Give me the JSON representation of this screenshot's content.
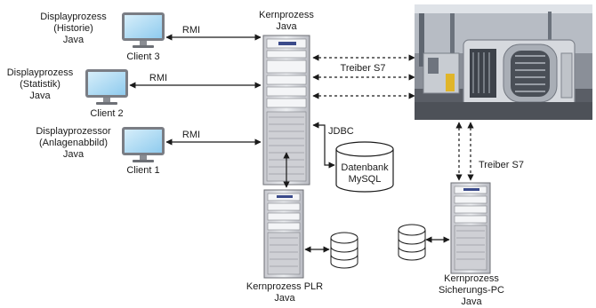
{
  "displays": [
    {
      "line1": "Displayprozess",
      "line2": "(Historie)",
      "line3": "Java",
      "client": "Client 3",
      "link": "RMI"
    },
    {
      "line1": "Displayprozess",
      "line2": "(Statistik)",
      "line3": "Java",
      "client": "Client 2",
      "link": "RMI"
    },
    {
      "line1": "Displayprozessor",
      "line2": "(Anlagenabbild)",
      "line3": "Java",
      "client": "Client 1",
      "link": "RMI"
    }
  ],
  "kernprozess": {
    "line1": "Kernprozess",
    "line2": "Java"
  },
  "treiber_top": "Treiber S7",
  "treiber_right": "Treiber S7",
  "jdbc": "JDBC",
  "datenbank": {
    "line1": "Datenbank",
    "line2": "MySQL"
  },
  "plr": {
    "line1": "Kernprozess PLR",
    "line2": "Java"
  },
  "sicherung": {
    "line1": "Kernprozess",
    "line2": "Sicherungs-PC",
    "line3": "Java"
  },
  "colors": {
    "screen": "#a9d8f2",
    "server": "#dcdde2",
    "line": "#1a1a1a"
  },
  "icons": [
    "monitor-icon",
    "server-rack-icon",
    "database-icon",
    "industrial-machine-photo"
  ]
}
